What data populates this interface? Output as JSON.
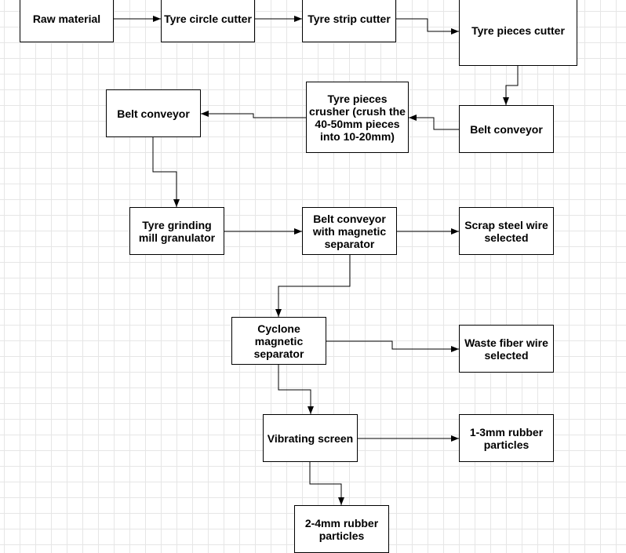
{
  "diagram": {
    "nodes": [
      {
        "id": "raw-material",
        "label": "Raw material"
      },
      {
        "id": "tyre-circle-cutter",
        "label": "Tyre circle cutter"
      },
      {
        "id": "tyre-strip-cutter",
        "label": "Tyre strip cutter"
      },
      {
        "id": "tyre-pieces-cutter",
        "label": "Tyre pieces cutter"
      },
      {
        "id": "belt-conveyor-right",
        "label": "Belt conveyor"
      },
      {
        "id": "tyre-pieces-crusher",
        "label": "Tyre pieces\ncrusher (crush the\n40-50mm pieces\ninto 10-20mm)"
      },
      {
        "id": "belt-conveyor-left",
        "label": "Belt conveyor"
      },
      {
        "id": "tyre-grinding-mill",
        "label": "Tyre grinding\nmill granulator"
      },
      {
        "id": "belt-conveyor-magnetic",
        "label": "Belt conveyor\nwith magnetic\nseparator"
      },
      {
        "id": "scrap-steel-wire",
        "label": "Scrap steel wire\nselected"
      },
      {
        "id": "cyclone-magnetic-separator",
        "label": "Cyclone\nmagnetic\nseparator"
      },
      {
        "id": "waste-fiber-wire",
        "label": "Waste fiber wire\nselected"
      },
      {
        "id": "vibrating-screen",
        "label": "Vibrating screen"
      },
      {
        "id": "rubber-1-3mm",
        "label": "1-3mm rubber\nparticles"
      },
      {
        "id": "rubber-2-4mm",
        "label": "2-4mm rubber\nparticles"
      }
    ],
    "edges": [
      {
        "from": "raw-material",
        "to": "tyre-circle-cutter"
      },
      {
        "from": "tyre-circle-cutter",
        "to": "tyre-strip-cutter"
      },
      {
        "from": "tyre-strip-cutter",
        "to": "tyre-pieces-cutter"
      },
      {
        "from": "tyre-pieces-cutter",
        "to": "belt-conveyor-right"
      },
      {
        "from": "belt-conveyor-right",
        "to": "tyre-pieces-crusher"
      },
      {
        "from": "tyre-pieces-crusher",
        "to": "belt-conveyor-left"
      },
      {
        "from": "belt-conveyor-left",
        "to": "tyre-grinding-mill"
      },
      {
        "from": "tyre-grinding-mill",
        "to": "belt-conveyor-magnetic"
      },
      {
        "from": "belt-conveyor-magnetic",
        "to": "scrap-steel-wire"
      },
      {
        "from": "belt-conveyor-magnetic",
        "to": "cyclone-magnetic-separator"
      },
      {
        "from": "cyclone-magnetic-separator",
        "to": "waste-fiber-wire"
      },
      {
        "from": "cyclone-magnetic-separator",
        "to": "vibrating-screen"
      },
      {
        "from": "vibrating-screen",
        "to": "rubber-1-3mm"
      },
      {
        "from": "vibrating-screen",
        "to": "rubber-2-4mm"
      }
    ]
  },
  "colors": {
    "background": "#ffffff",
    "grid": "#e6e6e6",
    "stroke": "#000000",
    "text": "#000000"
  }
}
